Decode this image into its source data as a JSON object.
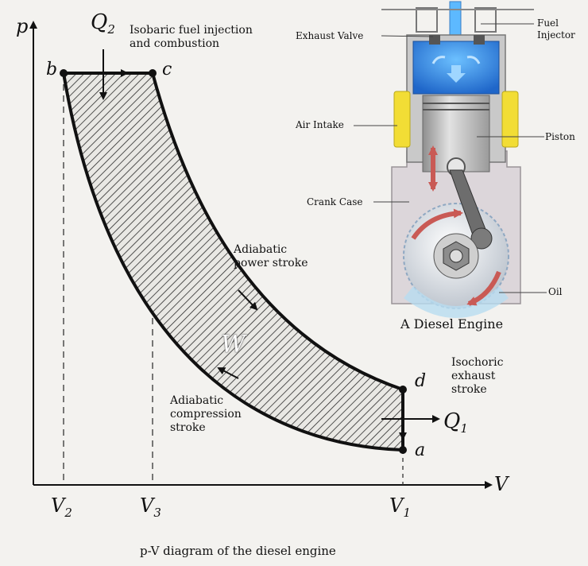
{
  "diagram": {
    "caption": "p-V diagram of the diesel engine",
    "axes": {
      "y_label": "p",
      "x_label": "V"
    },
    "points": {
      "a": "a",
      "b": "b",
      "c": "c",
      "d": "d"
    },
    "heat": {
      "in": "Q",
      "in_sub": "2",
      "out": "Q",
      "out_sub": "1"
    },
    "volumes": [
      {
        "label": "V",
        "sub": "2"
      },
      {
        "label": "V",
        "sub": "3"
      },
      {
        "label": "V",
        "sub": "1"
      }
    ],
    "work_label": "W",
    "processes": {
      "isobaric": [
        "Isobaric fuel injection",
        "and combustion"
      ],
      "power": [
        "Adiabatic",
        "power stroke"
      ],
      "compression": [
        "Adiabatic",
        "compression",
        "stroke"
      ],
      "isochoric": [
        "Isochoric",
        "exhaust",
        "stroke"
      ]
    }
  },
  "engine": {
    "title": "A Diesel Engine",
    "parts": {
      "exhaust_valve": "Exhaust Valve",
      "fuel_injector": [
        "Fuel",
        "Injector"
      ],
      "air_intake": "Air Intake",
      "piston": "Piston",
      "crank_case": "Crank Case",
      "oil": "Oil"
    }
  },
  "colors": {
    "cycle_line": "#111111",
    "hatch": "#222222",
    "combustion_chamber": "#2a7fd8",
    "intake_port": "#f2dd35",
    "piston_metal": "#bdbdbd",
    "crank_case": "#d9d4d8",
    "motion_arrow": "#c95a55"
  }
}
